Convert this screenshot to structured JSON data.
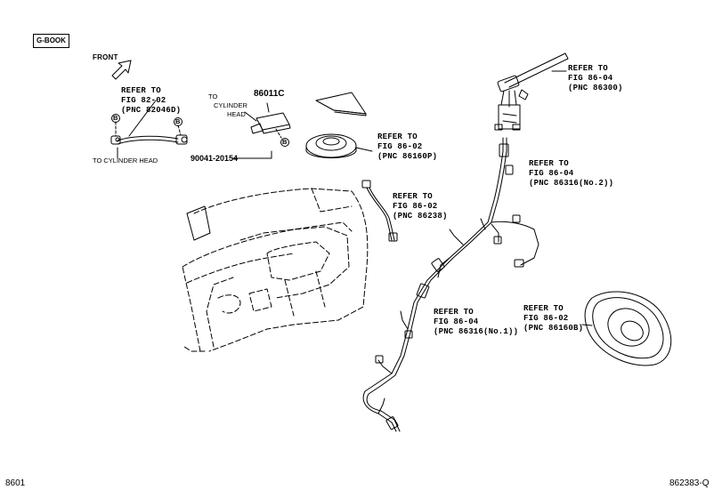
{
  "badge": "G-BOOK",
  "front": "FRONT",
  "callouts": {
    "fig82": [
      "REFER TO",
      "FIG 82-02",
      "(PNC 82046D)"
    ],
    "fig86_86300": [
      "REFER TO",
      "FIG 86-04",
      "(PNC 86300)"
    ],
    "fig86_86160P": [
      "REFER TO",
      "FIG 86-02",
      "(PNC 86160P)"
    ],
    "fig86_86316_2": [
      "REFER TO",
      "FIG 86-04",
      "(PNC 86316(No.2))"
    ],
    "fig86_86238": [
      "REFER TO",
      "FIG 86-02",
      "(PNC 86238)"
    ],
    "fig86_86316_1": [
      "REFER TO",
      "FIG 86-04",
      "(PNC 86316(No.1))"
    ],
    "fig86_86160B": [
      "REFER TO",
      "FIG 86-02",
      "(PNC 86160B)"
    ]
  },
  "labels": {
    "to_cylinder_head_bottom": "TO CYLINDER HEAD",
    "to_cylinder_head_top": [
      "TO",
      "CYLINDER",
      "HEAD"
    ],
    "part_86011c": "86011C",
    "part_90041": "90041-20154",
    "bolt_marker": "B"
  },
  "footer": {
    "left": "8601",
    "right": "862383-Q"
  }
}
